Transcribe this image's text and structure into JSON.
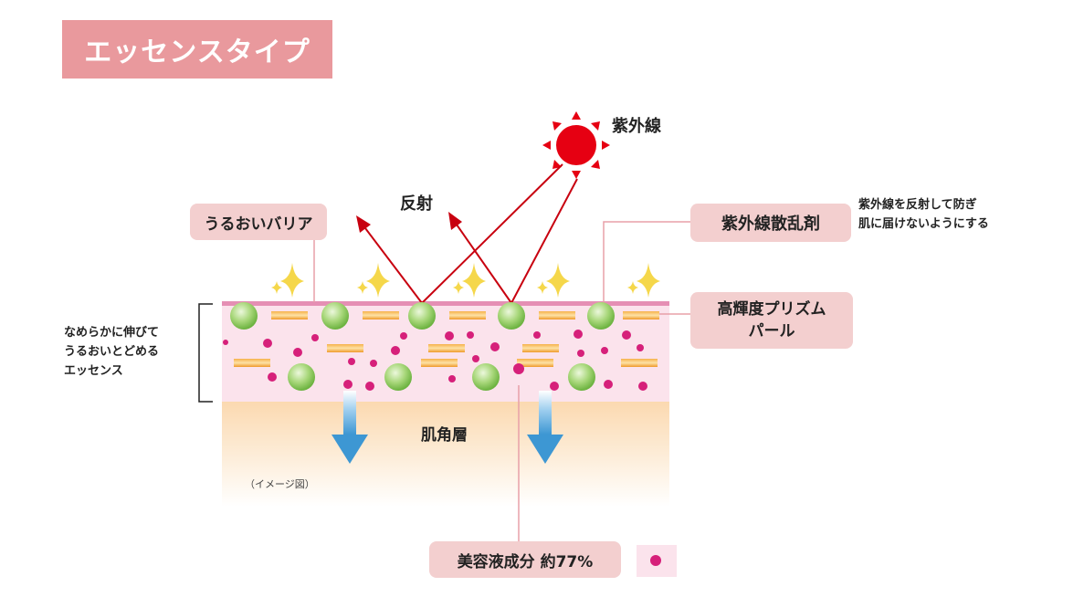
{
  "title": "エッセンスタイプ",
  "labels": {
    "uv": "紫外線",
    "reflection": "反射",
    "moisture_barrier": "うるおいバリア",
    "uv_scatter": "紫外線散乱剤",
    "uv_scatter_desc_1": "紫外線を反射して防ぎ",
    "uv_scatter_desc_2": "肌に届けないようにする",
    "prism_pearl_1": "高輝度プリズム",
    "prism_pearl_2": "パール",
    "essence_desc_1": "なめらかに伸びて",
    "essence_desc_2": "うるおいとどめる",
    "essence_desc_3": "エッセンス",
    "stratum_corneum": "肌角層",
    "image_note": "（イメージ図）",
    "beauty_ingredient": "美容液成分 約77%"
  },
  "colors": {
    "title_bg": "#e9999d",
    "label_bg": "#f3cfcf",
    "sun": "#e60012",
    "arrow_red": "#c8000f",
    "green_particle": "#8fc95b",
    "orange_particle": "#f2a33a",
    "magenta_dot": "#d6207a",
    "essence_layer": "#fbe3ec",
    "skin_layer": "#fde9c9",
    "blue_arrow": "#4a9fd6",
    "sparkle": "#f5d74a"
  }
}
